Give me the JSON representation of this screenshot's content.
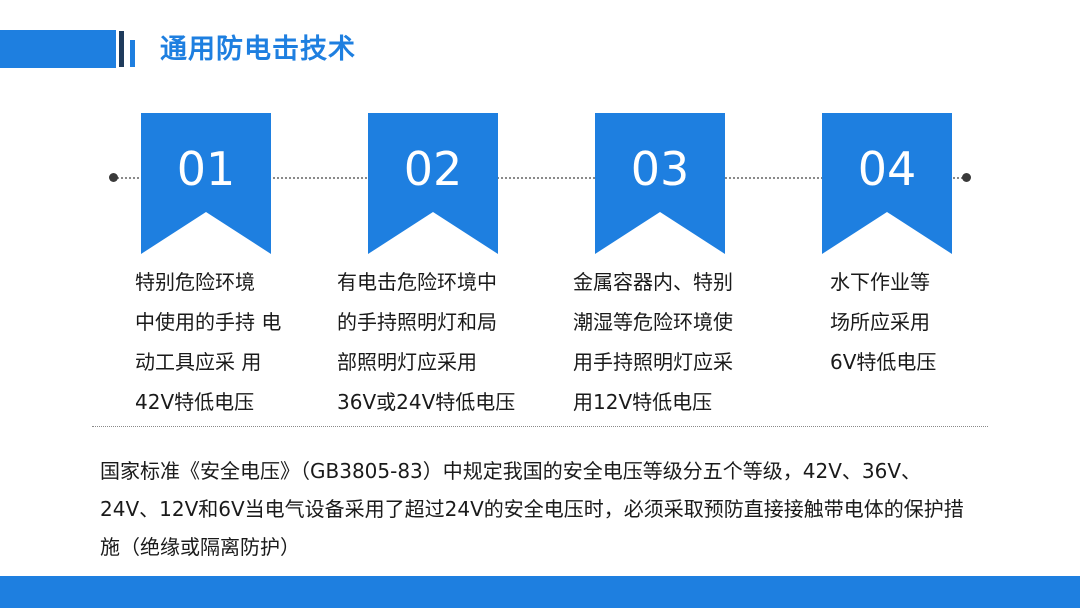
{
  "title": "通用防电击技术",
  "colors": {
    "accent": "#1e7fe0",
    "dark_accent": "#1f3b5c",
    "text": "#1a1a1a"
  },
  "items": [
    {
      "number": "01",
      "text": "特别危险环境\n 中使用的手持 电\n动工具应采 用\n42V特低电压"
    },
    {
      "number": "02",
      "text": "有电击危险环境中\n的手持照明灯和局\n部照明灯应采用\n36V或24V特低电压"
    },
    {
      "number": "03",
      "text": "金属容器内、特别\n潮湿等危险环境使\n用手持照明灯应采\n用12V特低电压"
    },
    {
      "number": "04",
      "text": "水下作业等\n场所应采用\n6V特低电压"
    }
  ],
  "note": "国家标准《安全电压》（GB3805-83）中规定我国的安全电压等级分五个等级，42V、36V、24V、12V和6V当电气设备采用了超过24V的安全电压时，必须采取预防直接接触带电体的保护措施（绝缘或隔离防护）"
}
